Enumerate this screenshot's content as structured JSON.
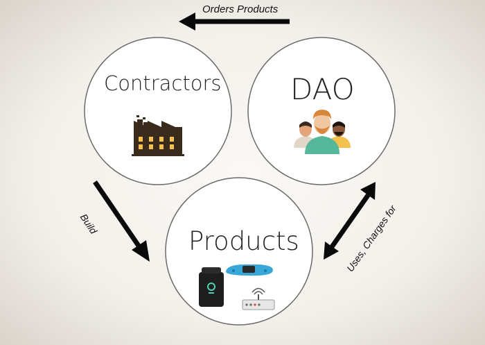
{
  "nodes": {
    "contractors": "Contractors",
    "dao": "DAO",
    "products": "Products"
  },
  "edges": {
    "orders": "Orders Products",
    "build": "Build",
    "uses": "Uses, Charges for"
  },
  "colors": {
    "circle_stroke": "#6a6a6a",
    "arrow": "#0a0a0a",
    "factory": "#3a2a1c",
    "window": "#f2c14e"
  },
  "icons": [
    "factory-icon",
    "people-icon",
    "smart-speaker-icon",
    "fitness-band-icon",
    "router-icon"
  ]
}
